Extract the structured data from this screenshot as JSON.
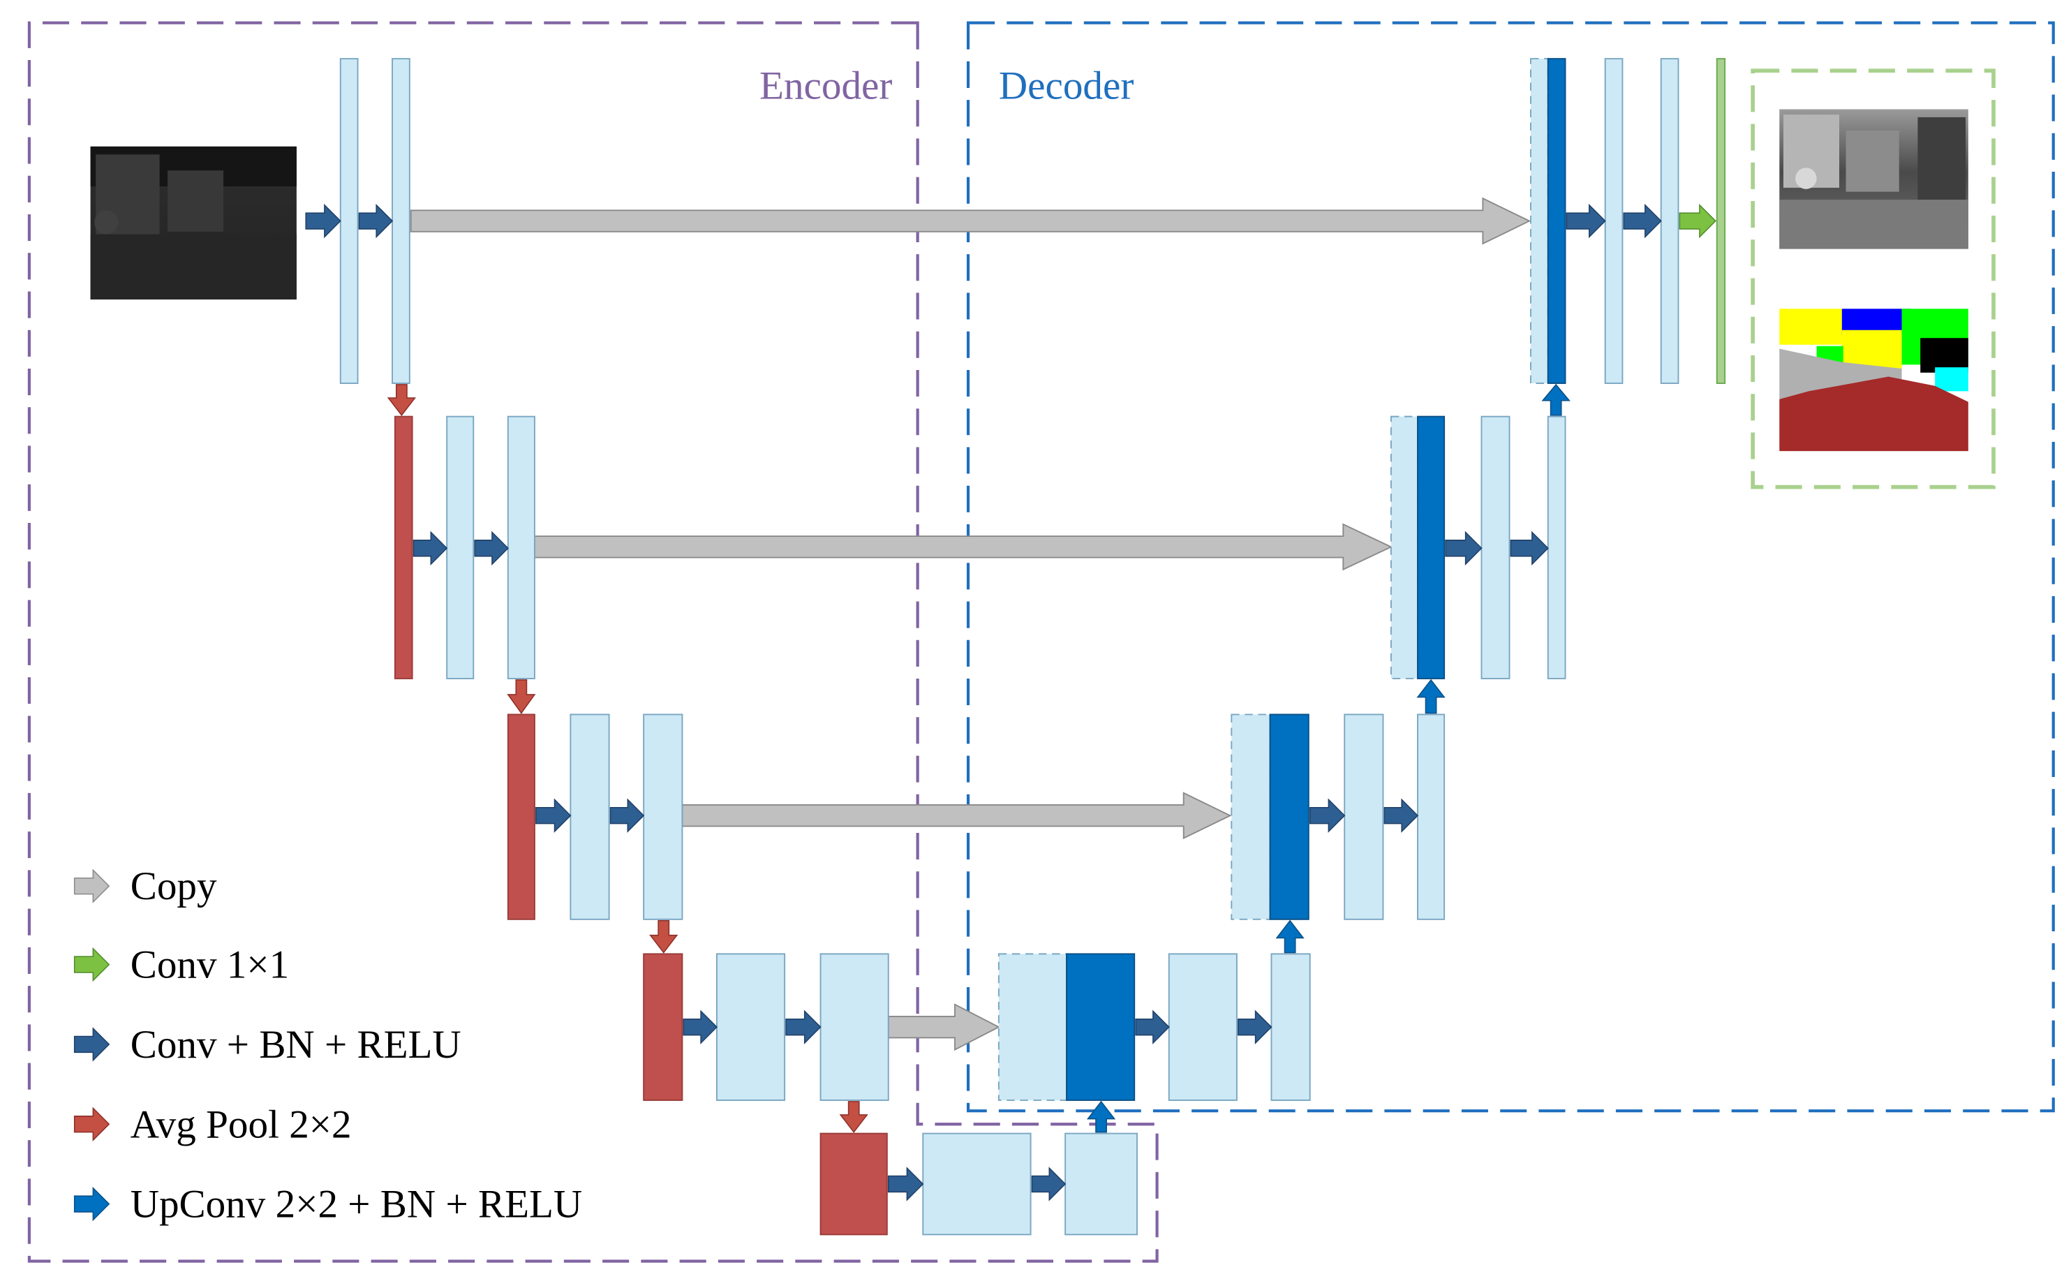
{
  "regions": {
    "encoder_label": "Encoder",
    "decoder_label": "Decoder"
  },
  "legend": [
    {
      "label": "Copy",
      "icon": "gray-arrow-icon",
      "color": "#c0c0c0"
    },
    {
      "label": "Conv 1×1",
      "icon": "green-arrow-icon",
      "color": "#7dc142"
    },
    {
      "label": "Conv + BN + RELU",
      "icon": "steel-blue-arrow-icon",
      "color": "#2e5f93"
    },
    {
      "label": "Avg Pool 2×2",
      "icon": "red-arrow-icon",
      "color": "#c44f43"
    },
    {
      "label": "UpConv 2×2 + BN + RELU",
      "icon": "bright-blue-arrow-icon",
      "color": "#0070c0"
    }
  ],
  "colors": {
    "feature_map": "#cde9f5",
    "feature_map_border": "#7aa6c2",
    "pool_map": "#c0504d",
    "upconv_map": "#0070c0",
    "conv1x1_map": "#a9d18e",
    "copy_arrow": "#c0c0c0",
    "encoder_box": "#8064a2",
    "decoder_box": "#1f6fbf",
    "output_box": "#a9d18e"
  },
  "images": {
    "input": "thermal-input-image",
    "outputs": [
      "enhanced-thermal-output-image",
      "segmentation-mask-output-image"
    ]
  }
}
